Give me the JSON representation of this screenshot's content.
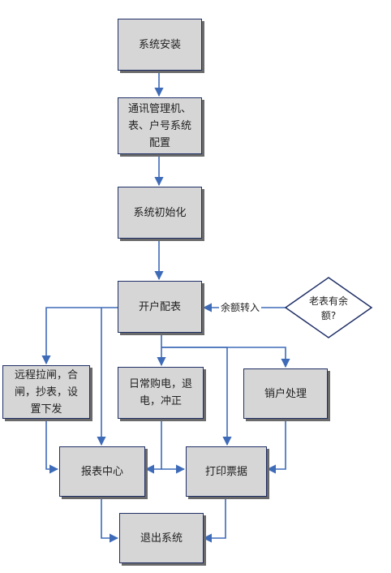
{
  "nodes": {
    "install": "系统安装",
    "config": "通讯管理机、\n表、户号系统\n配置",
    "init": "系统初始化",
    "open": "开户配表",
    "remote": "远程拉闸，合\n闸，抄表，设\n置下发",
    "daily": "日常购电，退\n电，冲正",
    "cancel": "销户处理",
    "report": "报表中心",
    "print": "打印票据",
    "exit": "退出系统"
  },
  "decision": {
    "label": "老表有余\n额?"
  },
  "edges": {
    "transfer_label": "余额转入"
  },
  "colors": {
    "arrow": "#3e6bb8",
    "box_fill": "#d6d6d6",
    "box_border": "#1f2f66"
  }
}
